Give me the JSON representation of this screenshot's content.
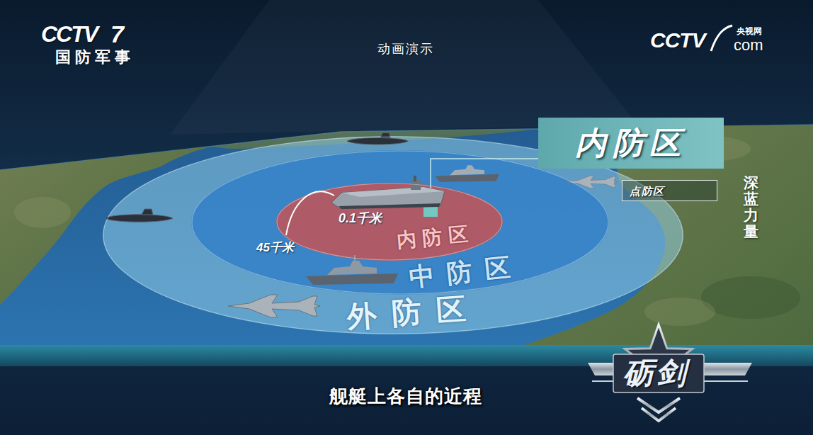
{
  "diagram": {
    "caption": "舰艇上各自的近程",
    "nodes": [
      {
        "text": [
          "外防区"
        ]
      },
      {
        "text": [
          "中防区"
        ],
        "in": 0
      },
      {
        "text": [
          "内防区"
        ],
        "in": 1
      },
      {
        "text": [
          "内防区"
        ]
      },
      {
        "text": [
          "点防区"
        ]
      }
    ],
    "labels": [
      "CCTV",
      "7",
      "国防军事",
      "动画演示",
      "CCTV",
      "央视网",
      "com",
      "0.1千米",
      "45千米",
      "深蓝力量",
      "砺剑"
    ]
  }
}
